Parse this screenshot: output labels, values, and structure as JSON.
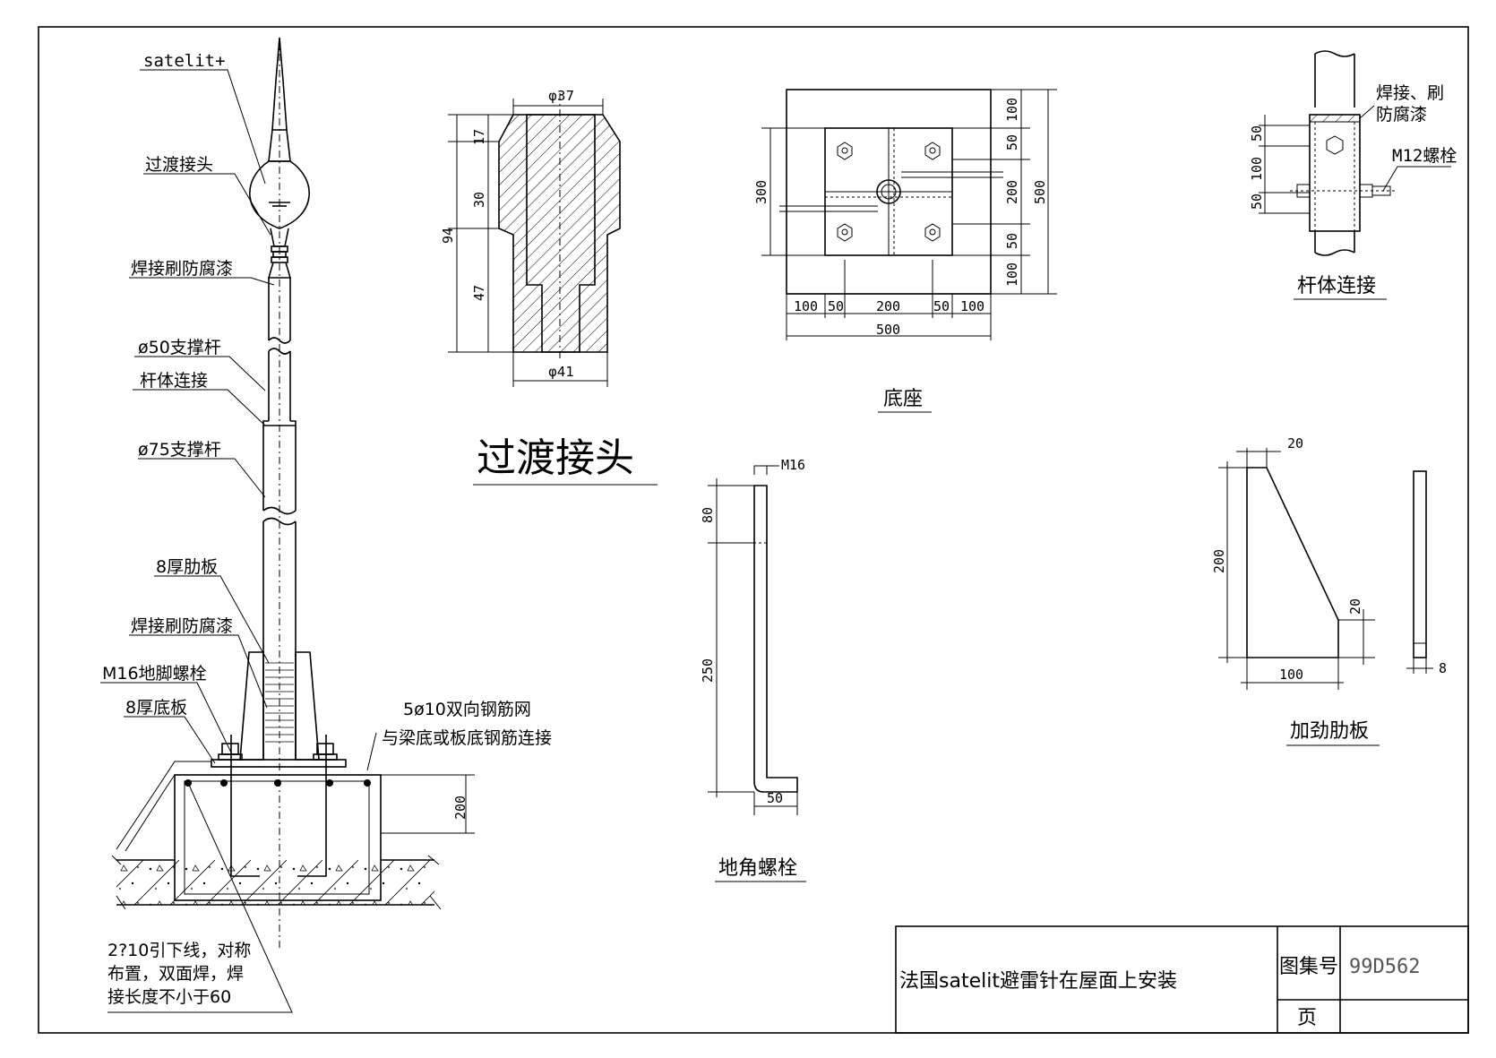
{
  "labels": {
    "satelit": "satelit+",
    "transition_joint": "过渡接头",
    "weld_paint_top": "焊接刷防腐漆",
    "support_50": "ø50支撑杆",
    "rod_joint": "杆体连接",
    "support_75": "ø75支撑杆",
    "rib_8": "8厚肋板",
    "weld_paint_bottom": "焊接刷防腐漆",
    "anchor_m16": "M16地脚螺栓",
    "base_plate_8": "8厚底板",
    "rebar_mesh": "5ø10双向钢筋网",
    "rebar_connect": "与梁底或板底钢筋连接",
    "downlead_1": "2?10引下线，对称",
    "downlead_2": "布置，双面焊，焊",
    "downlead_3": "接长度不小于60",
    "weld_paint_joint_1": "焊接、刷",
    "weld_paint_joint_2": "防腐漆",
    "m12_bolt": "M12螺栓"
  },
  "captions": {
    "transition_joint": "过渡接头",
    "base": "底座",
    "rod_joint": "杆体连接",
    "anchor_bolt": "地角螺栓",
    "stiffener": "加劲肋板"
  },
  "dims": {
    "phi37": "φ37",
    "phi41": "φ41",
    "d17": "17",
    "d30": "30",
    "d47": "47",
    "d94": "94",
    "b300": "300",
    "b500v": "500",
    "b100a": "100",
    "b50a": "50",
    "b200": "200",
    "b50b": "50",
    "b100b": "100",
    "h100a": "100",
    "h50a": "50",
    "h200": "200",
    "h50b": "50",
    "h100b": "100",
    "b500h": "500",
    "m16": "M16",
    "a80": "80",
    "a250": "250",
    "a50": "50",
    "j50a": "50",
    "j100": "100",
    "j50b": "50",
    "s20top": "20",
    "s200": "200",
    "s20side": "20",
    "s100": "100",
    "s8": "8",
    "f200": "200"
  },
  "title_block": {
    "title": "法国satelit避雷针在屋面上安装",
    "atlas_label": "图集号",
    "atlas_number": "99D562",
    "page_label": "页",
    "page_value": ""
  }
}
